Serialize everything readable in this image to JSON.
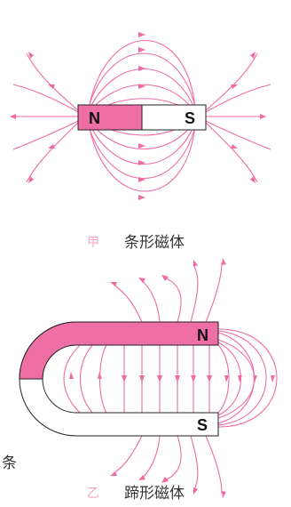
{
  "figures": {
    "bar_magnet": {
      "tag": "甲",
      "caption": "条形磁体",
      "north_label": "N",
      "south_label": "S"
    },
    "horseshoe_magnet": {
      "tag": "乙",
      "caption": "蹄形磁体",
      "north_label": "N",
      "south_label": "S"
    }
  },
  "margin_text": "条",
  "colors": {
    "field_line": "#f06aa6",
    "magnet_fill": "#ee6fa6",
    "outline": "#222222",
    "caption_tag": "#f2a6c7"
  }
}
